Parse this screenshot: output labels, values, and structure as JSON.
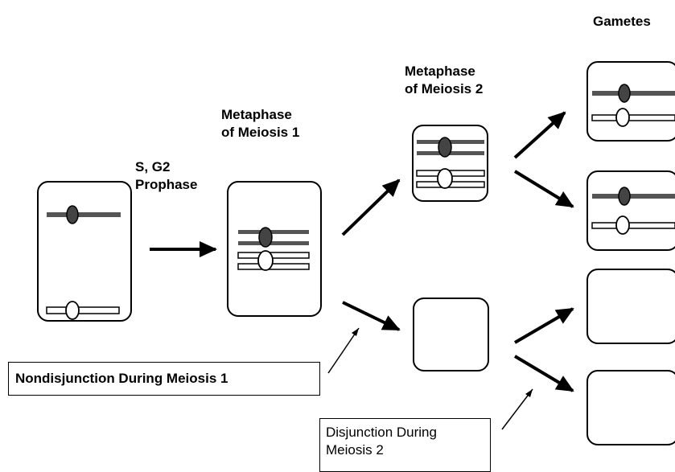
{
  "labels": {
    "gametes": "Gametes",
    "metaphase1_line1": "Metaphase",
    "metaphase1_line2": "of Meiosis 1",
    "metaphase2_line1": "Metaphase",
    "metaphase2_line2": "of Meiosis 2",
    "sg2_line1": "S, G2",
    "sg2_line2": "Prophase"
  },
  "callouts": {
    "nondisjunction": "Nondisjunction During Meiosis 1",
    "disjunction_line1": "Disjunction During",
    "disjunction_line2": "Meiosis 2"
  }
}
